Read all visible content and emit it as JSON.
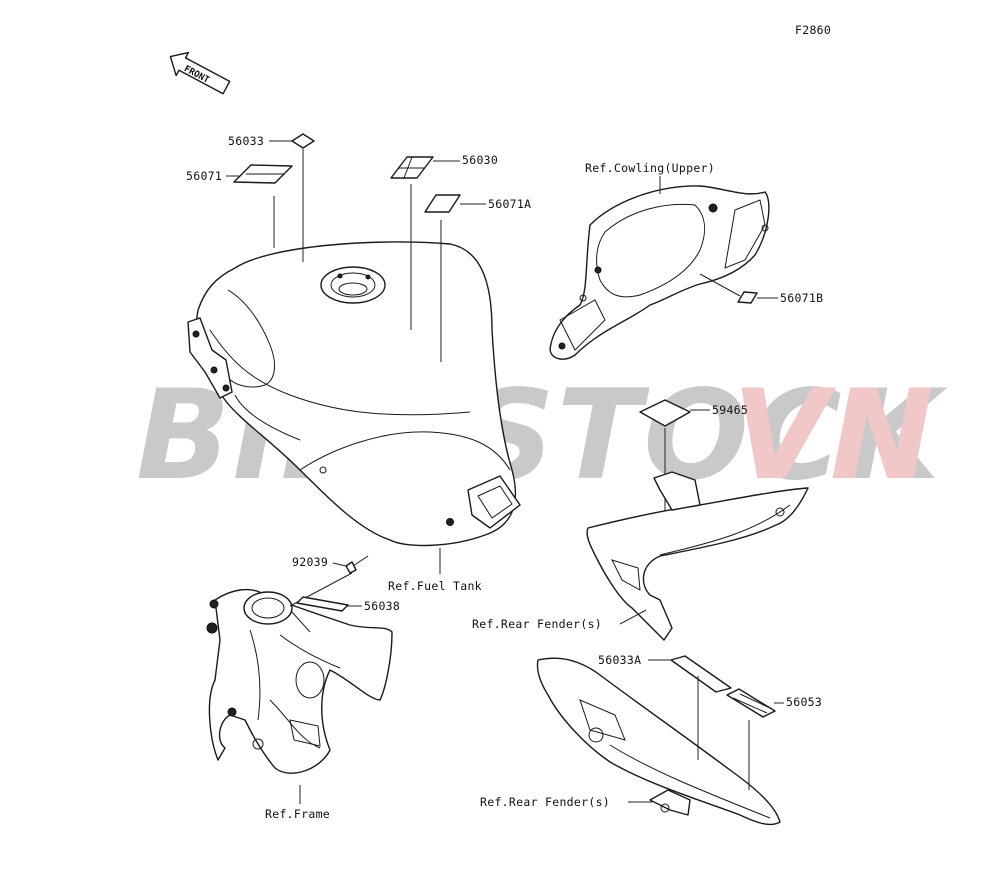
{
  "figure_code": "F2860",
  "front_arrow_text": "FRONT",
  "watermark": {
    "part1": "BIKESTOCK",
    "part2": "VN",
    "color1": "#c9c9c9",
    "color2": "#f2c7c7"
  },
  "part_labels": {
    "p56033": "56033",
    "p56071": "56071",
    "p56030": "56030",
    "p56071A": "56071A",
    "p56071B": "56071B",
    "p59465": "59465",
    "p92039": "92039",
    "p56038": "56038",
    "p56033A": "56033A",
    "p56053": "56053"
  },
  "ref_labels": {
    "cowling_upper": "Ref.Cowling(Upper)",
    "fuel_tank": "Ref.Fuel Tank",
    "rear_fender_1": "Ref.Rear Fender(s)",
    "frame": "Ref.Frame",
    "rear_fender_2": "Ref.Rear Fender(s)"
  }
}
